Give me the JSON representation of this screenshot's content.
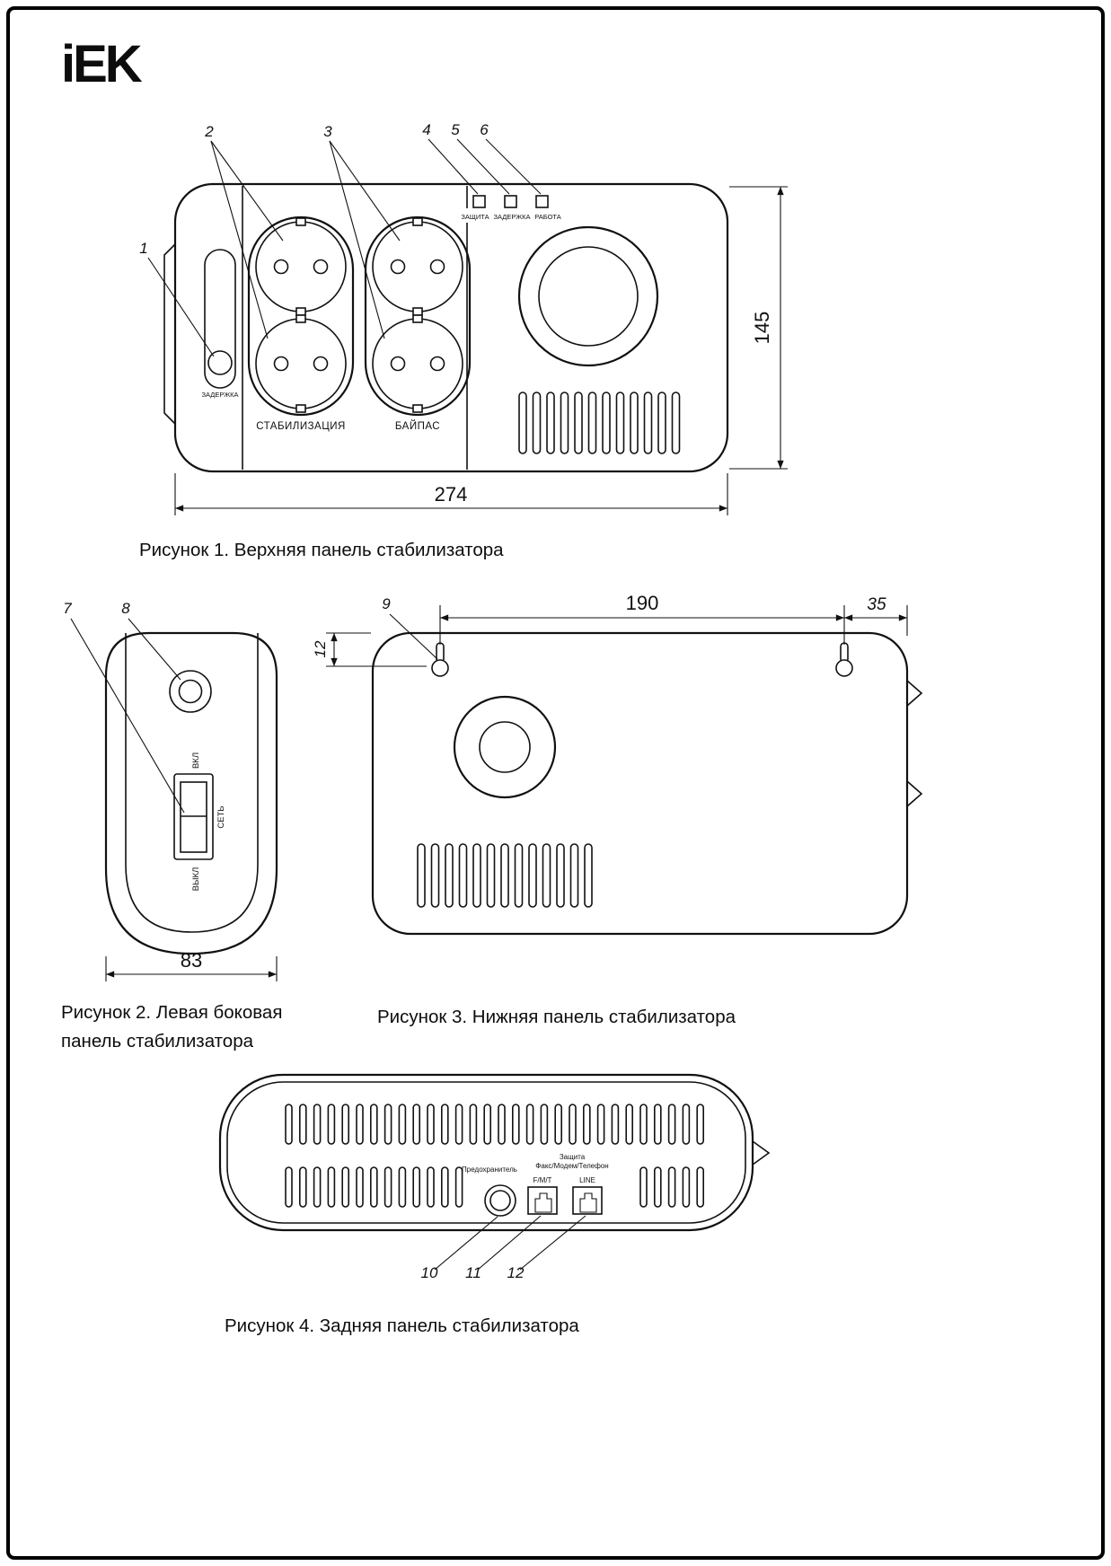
{
  "page": {
    "brand": "iEK"
  },
  "fig1": {
    "caption": "Рисунок 1. Верхняя панель стабилизатора",
    "callout_1": "1",
    "callout_2": "2",
    "callout_3": "3",
    "callout_4": "4",
    "callout_5": "5",
    "callout_6": "6",
    "led_protect": "ЗАЩИТА",
    "led_delay": "ЗАДЕРЖКА",
    "led_work": "РАБОТА",
    "delay_button_label": "ЗАДЕРЖКА",
    "socket_group_left_label": "СТАБИЛИЗАЦИЯ",
    "socket_group_right_label": "БАЙПАС",
    "dim_width": "274",
    "dim_height": "145"
  },
  "fig2": {
    "caption_line1": "Рисунок 2. Левая боковая",
    "caption_line2": "панель стабилизатора",
    "callout_7": "7",
    "callout_8": "8",
    "switch_on": "ВКЛ",
    "switch_name": "СЕТЬ",
    "switch_off": "ВЫКЛ",
    "dim_width": "83"
  },
  "fig3": {
    "caption": "Рисунок 3. Нижняя панель стабилизатора",
    "callout_9": "9",
    "dim_span": "190",
    "dim_edge": "35",
    "dim_offset": "12"
  },
  "fig4": {
    "caption": "Рисунок 4. Задняя панель стабилизатора",
    "callout_10": "10",
    "callout_11": "11",
    "callout_12": "12",
    "fuse_label": "Предохранитель",
    "protection_label": "Защита",
    "devices_label": "Факс/Модем/Телефон",
    "jack_fmt_label": "F/M/T",
    "jack_line_label": "LINE"
  }
}
